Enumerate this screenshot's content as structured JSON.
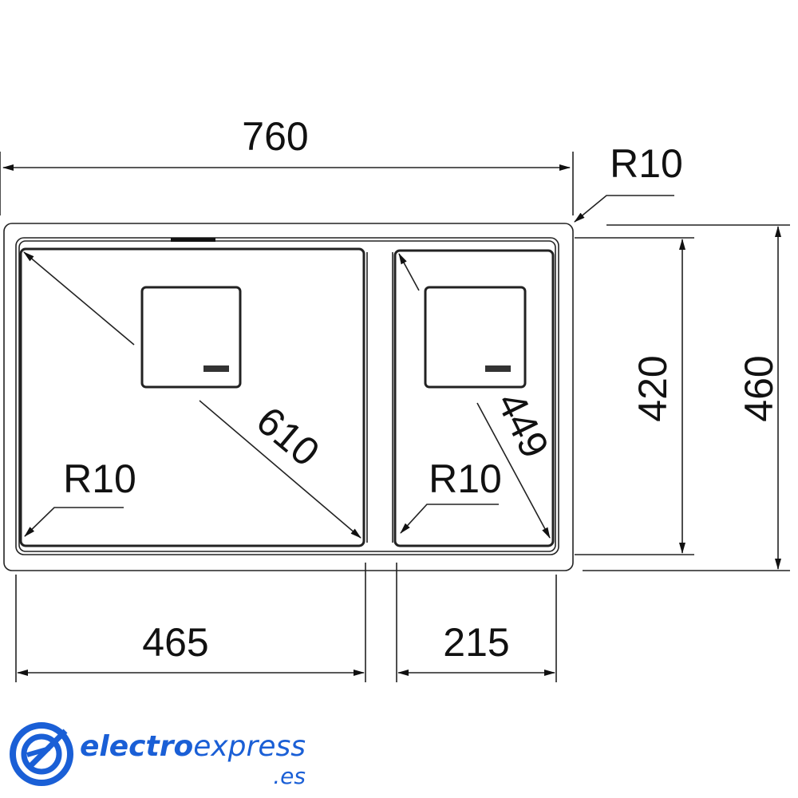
{
  "drawing": {
    "total_width": "760",
    "total_depth": "460",
    "inner_depth": "420",
    "corner_radius_outer": "R10",
    "left_bowl": {
      "width": "465",
      "diagonal": "610",
      "corner_radius": "R10"
    },
    "right_bowl": {
      "width": "215",
      "diagonal": "449",
      "corner_radius": "R10"
    }
  },
  "logo": {
    "brand_bold": "electro",
    "brand_light": "express",
    "tld": ".es",
    "color": "#1a5fd6"
  }
}
